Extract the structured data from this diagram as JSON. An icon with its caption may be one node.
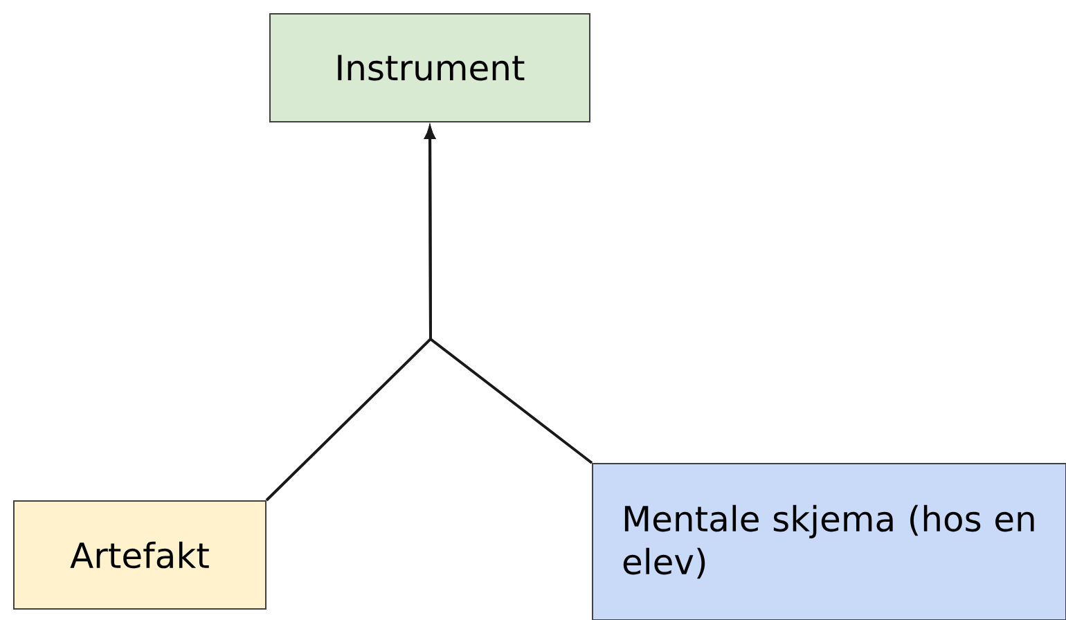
{
  "diagram": {
    "nodes": [
      {
        "text": [
          "Instrument"
        ]
      },
      {
        "text": [
          "Artefakt"
        ]
      },
      {
        "text": [
          "Mentale skjema (hos en elev)"
        ]
      }
    ],
    "edges": [
      {
        "from": 1,
        "to": 0,
        "arrow": "to"
      },
      {
        "from": 2,
        "to": 0,
        "arrow": "to"
      }
    ]
  }
}
